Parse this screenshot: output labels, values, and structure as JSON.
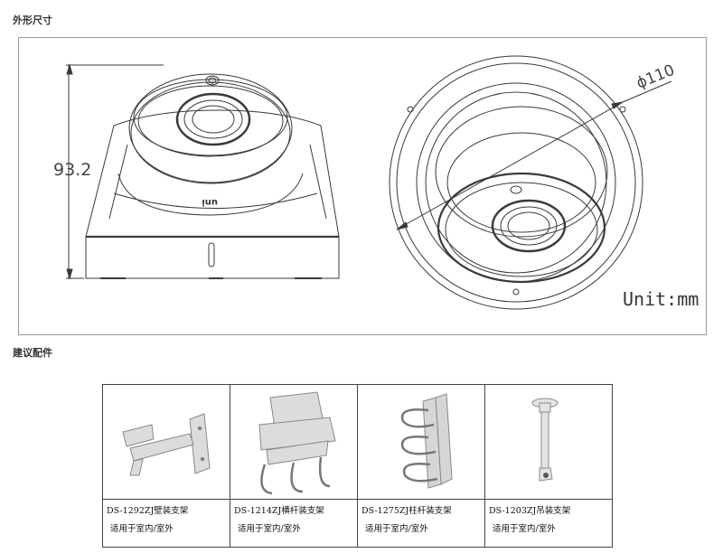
{
  "sections": {
    "dimensions_title": "外形尺寸",
    "accessories_title": "建议配件"
  },
  "drawing": {
    "height_label": "93.2",
    "diameter_label": "ϕ110",
    "brand_mark": "uni",
    "unit_label": "Unit:mm"
  },
  "accessories": [
    {
      "model": "DS-1292ZJ壁装支架",
      "usage": "适用于室内/室外"
    },
    {
      "model": "DS-1214ZJ横杆装支架",
      "usage": "适用于室内/室外"
    },
    {
      "model": "DS-1275ZJ柱杆装支架",
      "usage": "适用于室内/室外"
    },
    {
      "model": "DS-1203ZJ吊装支架",
      "usage": "适用于室内/室外"
    }
  ],
  "colors": {
    "line": "#3a3a3a",
    "frame": "#9a9a9a",
    "bracket_fill": "#dcdcdc"
  }
}
